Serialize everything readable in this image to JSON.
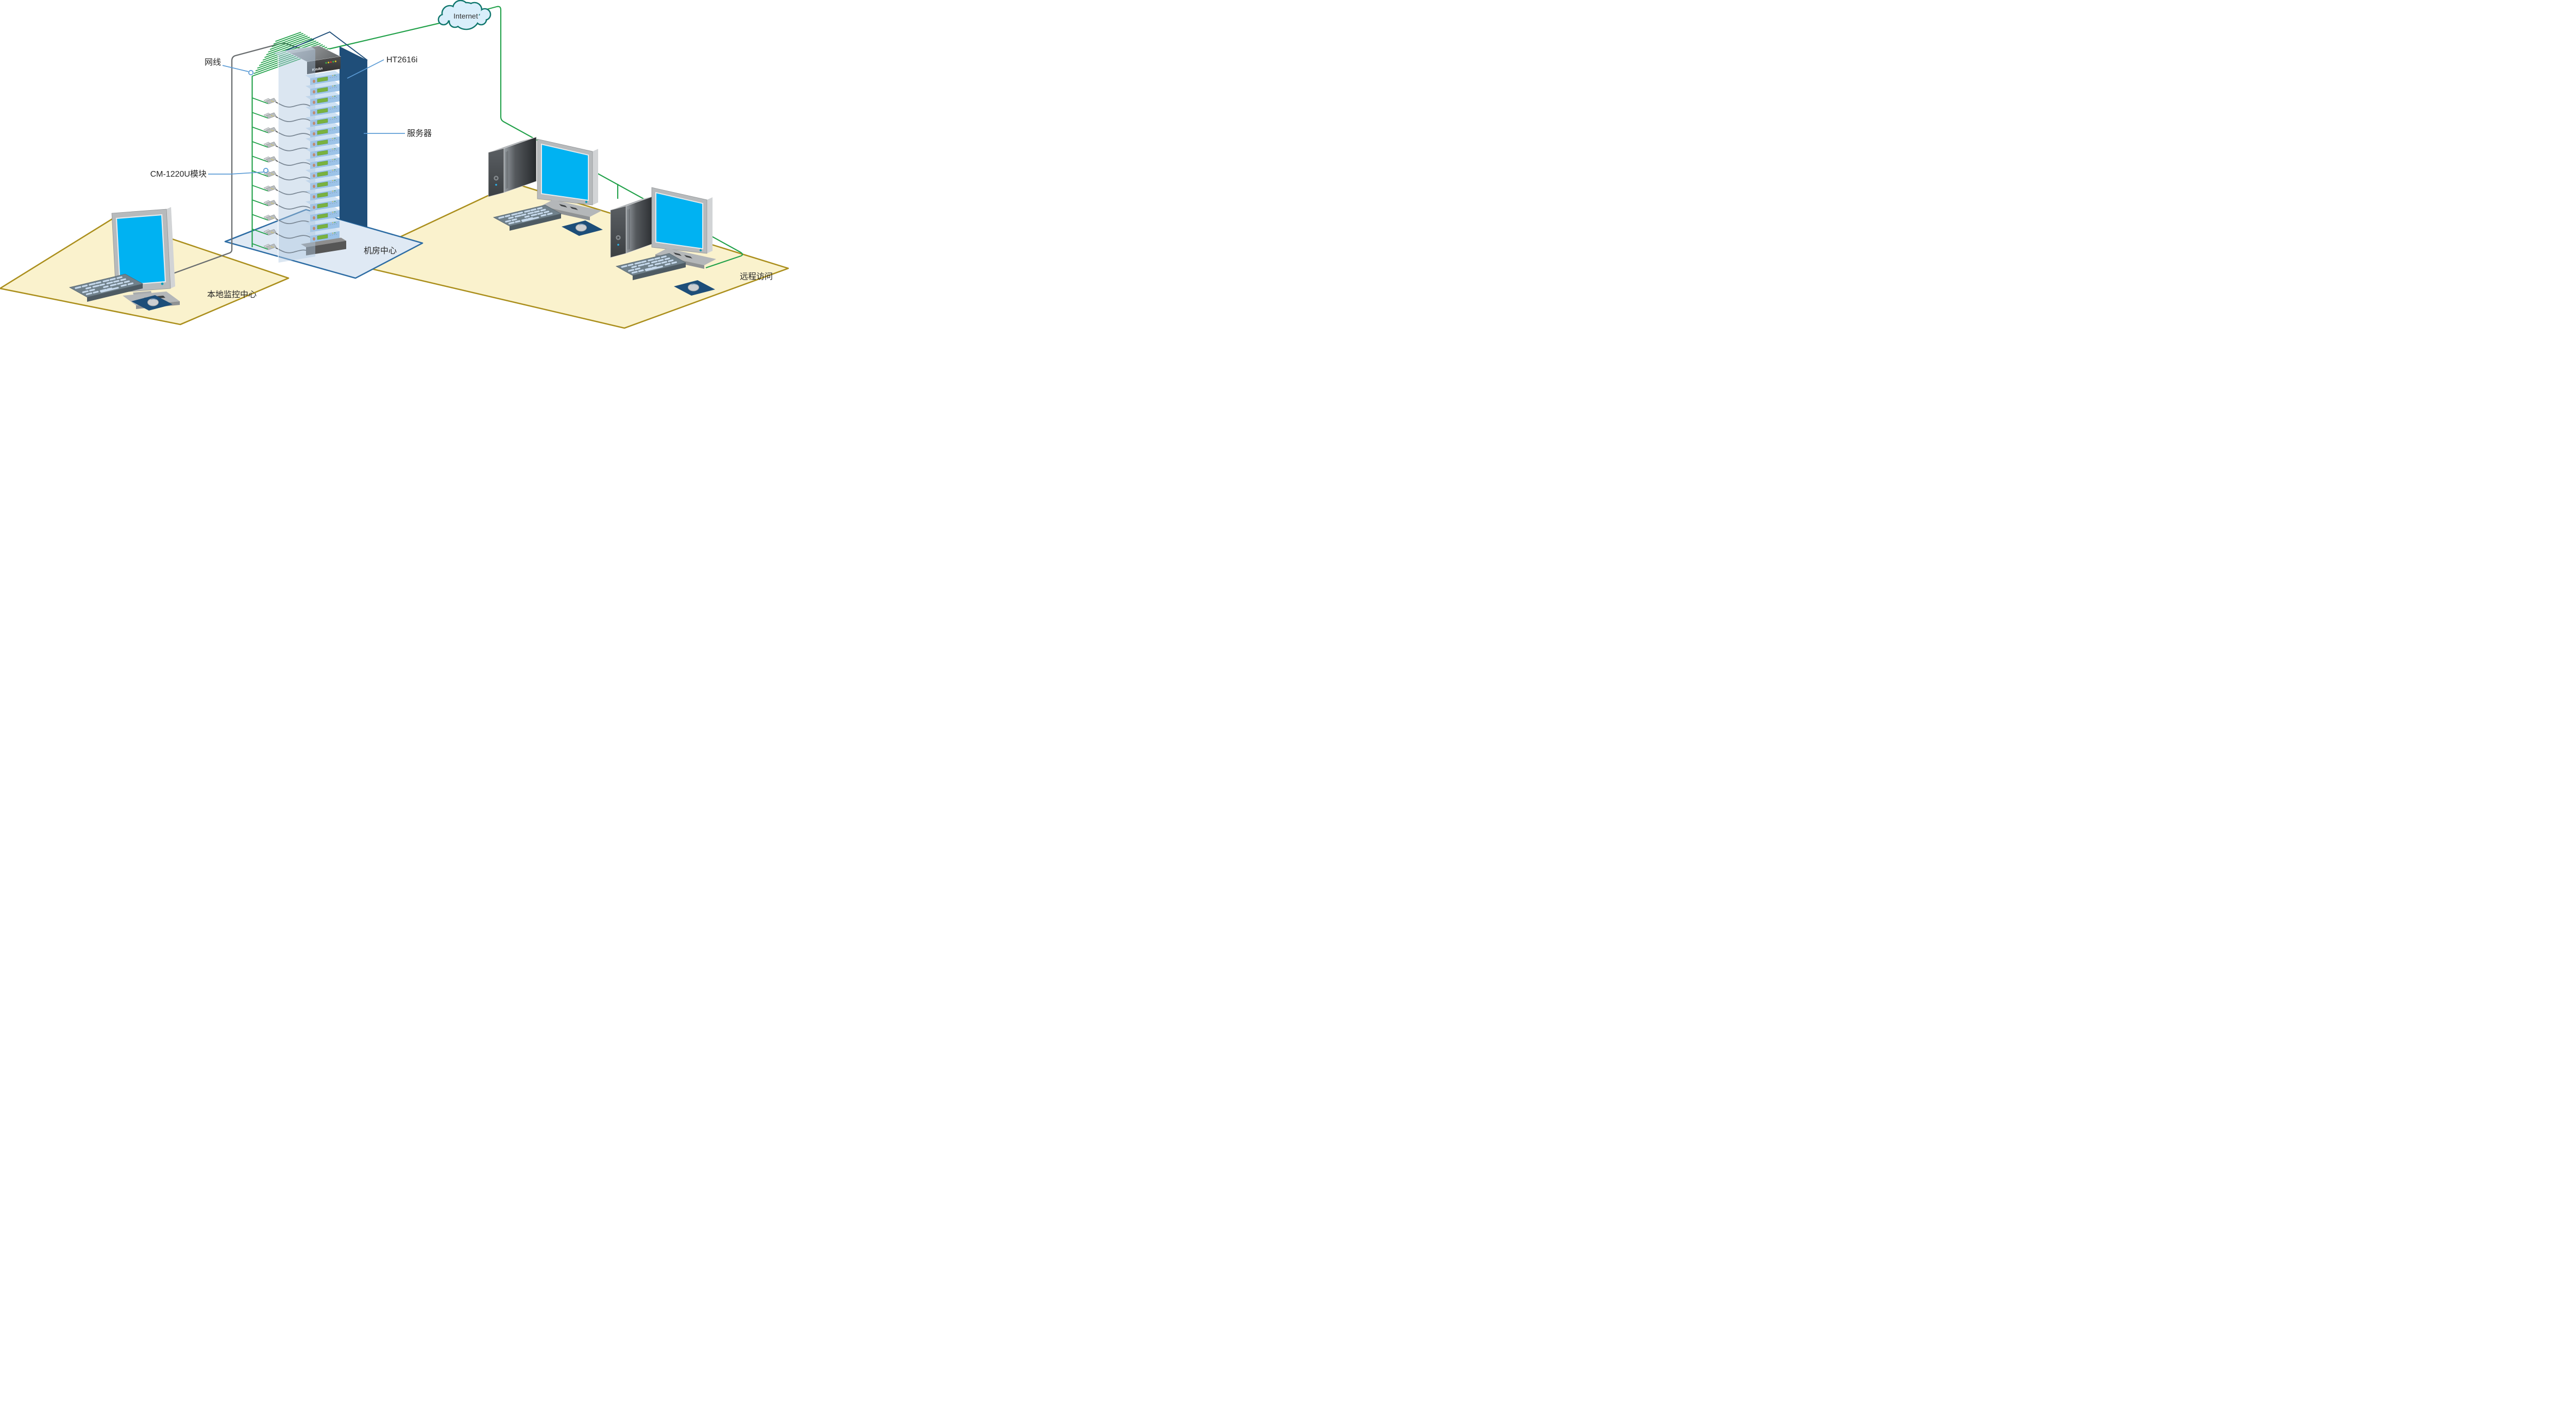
{
  "diagram": {
    "type": "network-topology-diagram",
    "labels": {
      "cloud": "Internet",
      "cable": "网线",
      "kvm_model": "HT2616i",
      "server": "服务器",
      "module": "CM-1220U模块",
      "server_room": "机房中心",
      "local_center": "本地监控中心",
      "remote_access": "远程访问"
    },
    "rack": {
      "brand": "KinAn",
      "unit_count": 16,
      "kvm_led_colors": [
        "#3fae49",
        "#e3c022",
        "#d23b2f",
        "#3fae49",
        "#e3c022"
      ]
    },
    "cabling": {
      "cable_fan_count": 14,
      "module_count": 11
    },
    "workstations": {
      "local_count": 1,
      "remote_count": 2
    },
    "colors": {
      "network_green": "#22a14a",
      "console_cable": "#6a6e70",
      "callout_blue": "#5b9bd5",
      "cloud_fill": "#d9eefb",
      "cloud_stroke": "#10776d",
      "rack_back_wall": "#1f4e79",
      "server_face": "#9cc3e8",
      "server_top": "#cfe2f4",
      "lcd_green": "#79b23f",
      "power_orange": "#cd5814",
      "screen_blue": "#00b2f2",
      "mousepad_navy": "#1d4e79",
      "floor_blue_fill": "#dfe9f4",
      "floor_blue_stroke": "#2e6da4",
      "floor_yellow_fill": "#faf2cd",
      "floor_yellow_stroke": "#ab8f1d",
      "label_text": "#262626"
    }
  }
}
